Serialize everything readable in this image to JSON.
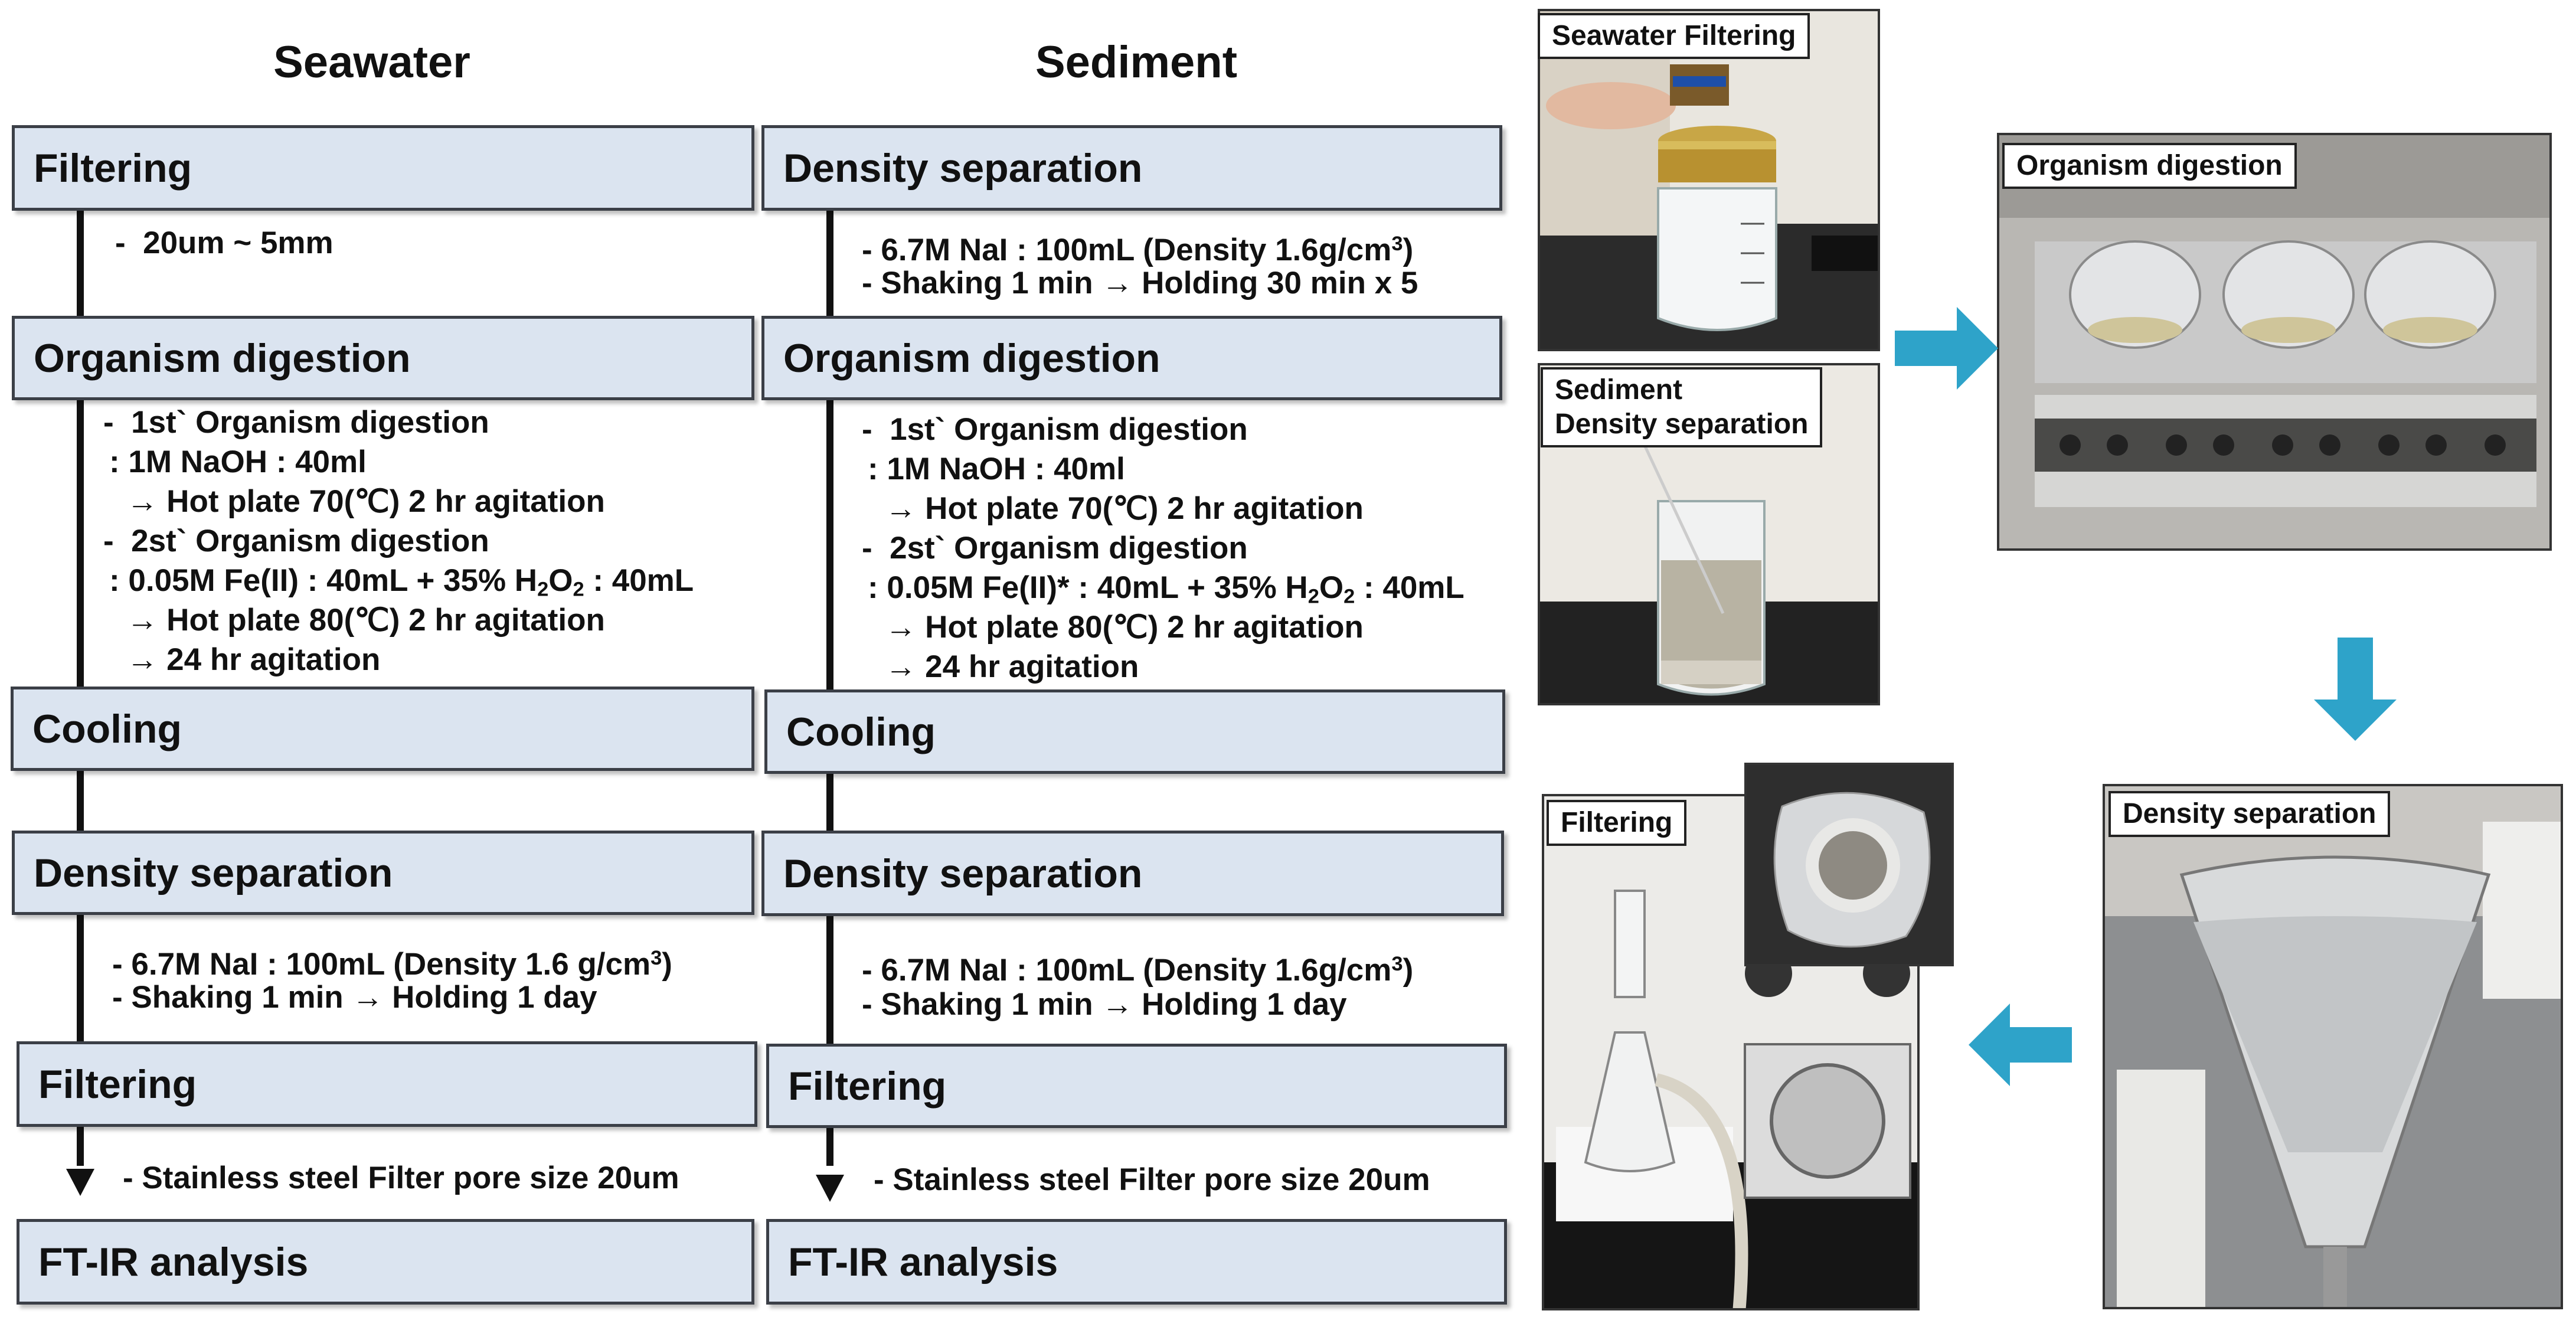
{
  "headings": {
    "seawater": "Seawater",
    "sediment": "Sediment"
  },
  "seawater": {
    "steps": [
      "Filtering",
      "Organism digestion",
      "Cooling",
      "Density separation",
      "Filtering",
      "FT-IR analysis"
    ],
    "notes": {
      "filter_size": "-  20um ~ 5mm",
      "digest_1": "-  1st` Organism digestion",
      "digest_2": ": 1M NaOH : 40ml",
      "digest_3": "  → Hot plate 70(℃) 2 hr agitation",
      "digest_4": "-  2st` Organism digestion",
      "digest_5a": ": 0.05M Fe(II) : 40mL + 35% H",
      "digest_5b": "2",
      "digest_5c": "O",
      "digest_5d": "2",
      "digest_5e": " : 40mL",
      "digest_6": "  → Hot plate 80(℃) 2 hr agitation",
      "digest_7": "  → 24 hr agitation",
      "density_1a": "- 6.7M NaI : 100mL (Density 1.6 g/cm",
      "density_1b": "3",
      "density_1c": ")",
      "density_2": "- Shaking 1 min → Holding 1 day",
      "filter_final": "- Stainless steel Filter pore size 20um"
    }
  },
  "sediment": {
    "steps": [
      "Density separation",
      "Organism digestion",
      "Cooling",
      "Density separation",
      "Filtering",
      "FT-IR analysis"
    ],
    "notes": {
      "density_a1a": "- 6.7M NaI : 100mL (Density 1.6g/cm",
      "density_a1b": "3",
      "density_a1c": ")",
      "density_a2": "- Shaking 1 min → Holding 30 min x 5",
      "digest_1": "-  1st` Organism digestion",
      "digest_2": ": 1M NaOH : 40ml",
      "digest_3": "  → Hot plate 70(℃) 2 hr agitation",
      "digest_4": "-  2st` Organism digestion",
      "digest_5a": ": 0.05M Fe(II)* : 40mL + 35% H",
      "digest_5b": "2",
      "digest_5c": "O",
      "digest_5d": "2",
      "digest_5e": " : 40mL",
      "digest_6": "  → Hot plate 80(℃) 2 hr agitation",
      "digest_7": "  → 24 hr agitation",
      "density_b1a": "- 6.7M NaI : 100mL (Density 1.6g/cm",
      "density_b1b": "3",
      "density_b1c": ")",
      "density_b2": "- Shaking 1 min → Holding 1 day",
      "filter_final": "- Stainless steel Filter pore size 20um"
    }
  },
  "photos": {
    "seawater_filtering": "Seawater Filtering",
    "sediment_density_1": "Sediment",
    "sediment_density_2": "Density separation",
    "organism_digestion": "Organism digestion",
    "density_separation": "Density separation",
    "filtering": "Filtering"
  },
  "colors": {
    "box_fill": "#dbe4f0",
    "box_border": "#3b3f47",
    "arrow": "#2ea3c9"
  }
}
